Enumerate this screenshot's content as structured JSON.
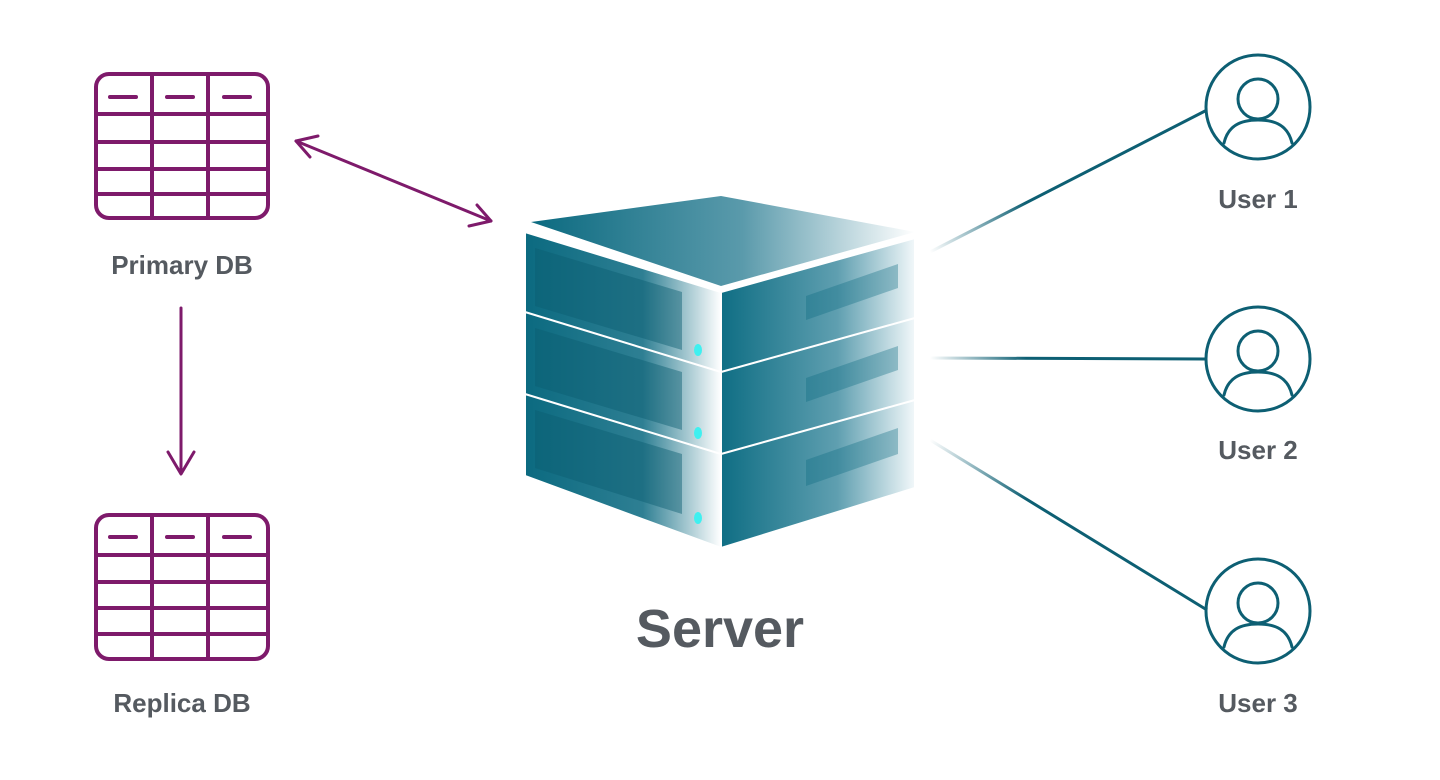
{
  "diagram": {
    "primary_db": {
      "label": "Primary DB",
      "icon": "table-icon"
    },
    "replica_db": {
      "label": "Replica DB",
      "icon": "table-icon"
    },
    "server": {
      "label": "Server",
      "icon": "server-rack-icon"
    },
    "users": [
      {
        "label": "User 1",
        "icon": "user-icon"
      },
      {
        "label": "User 2",
        "icon": "user-icon"
      },
      {
        "label": "User 3",
        "icon": "user-icon"
      }
    ],
    "colors": {
      "database": "#7e1a6b",
      "server_teal": "#0b6a80",
      "user_teal": "#0d5f73",
      "led": "#3ff0f0",
      "label_text": "#555a60"
    }
  }
}
